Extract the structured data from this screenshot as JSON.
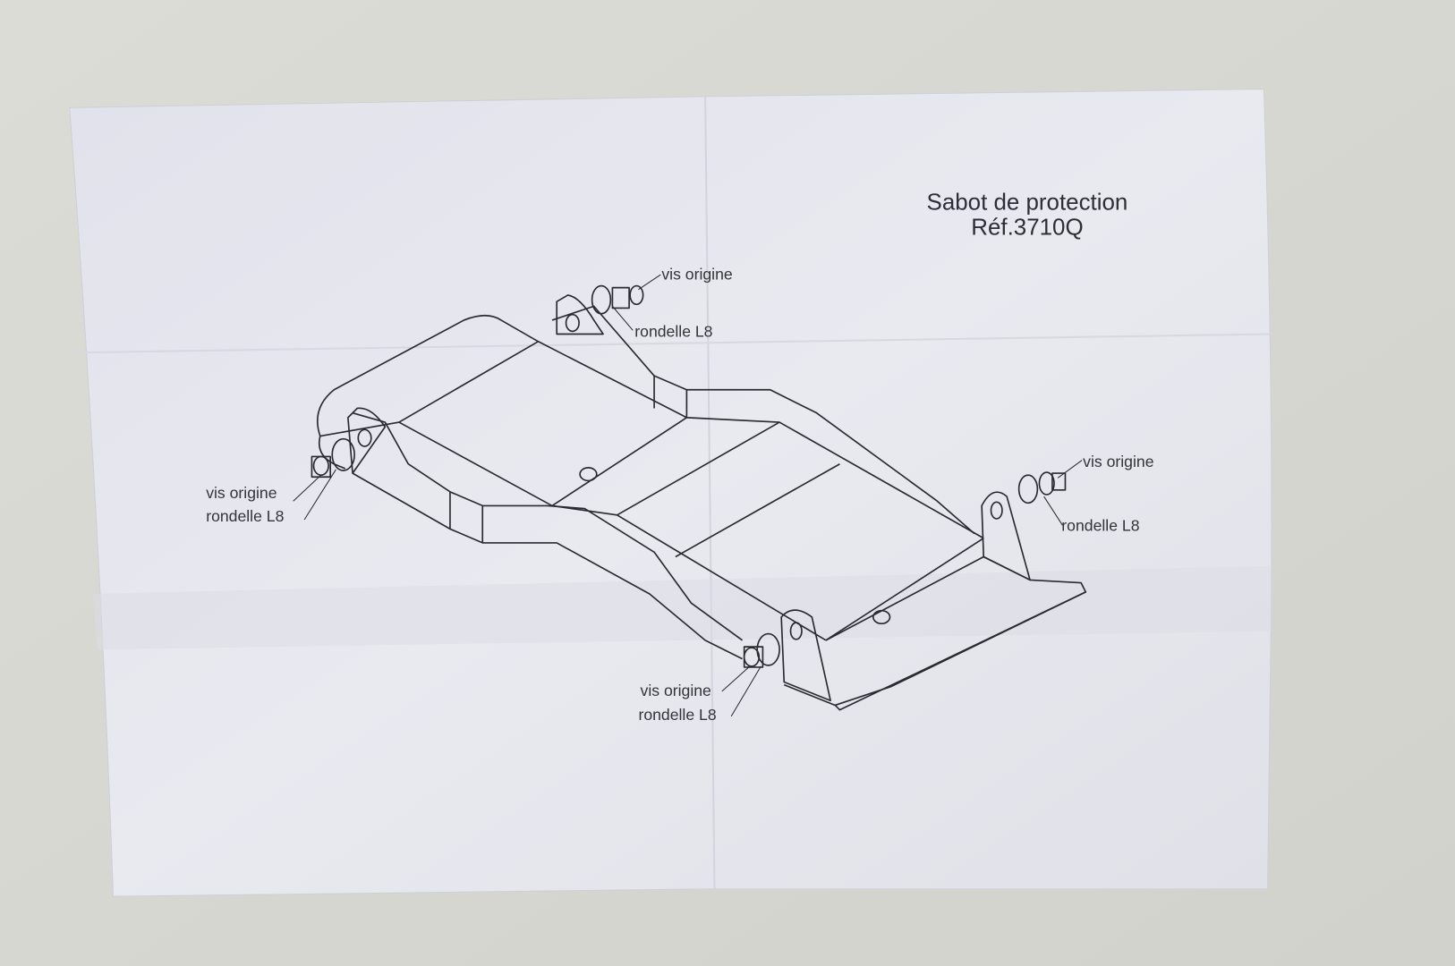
{
  "title": {
    "line1": "Sabot de protection",
    "line2": "Réf.3710Q"
  },
  "labels": {
    "top": {
      "screw": "vis origine",
      "washer": "rondelle L8"
    },
    "left": {
      "screw": "vis origine",
      "washer": "rondelle L8"
    },
    "right": {
      "screw": "vis origine",
      "washer": "rondelle L8"
    },
    "bottom": {
      "screw": "vis origine",
      "washer": "rondelle L8"
    }
  },
  "colors": {
    "background": "#d9d9d4",
    "paper": "#e6e6ee",
    "ink": "#2a2a30"
  }
}
